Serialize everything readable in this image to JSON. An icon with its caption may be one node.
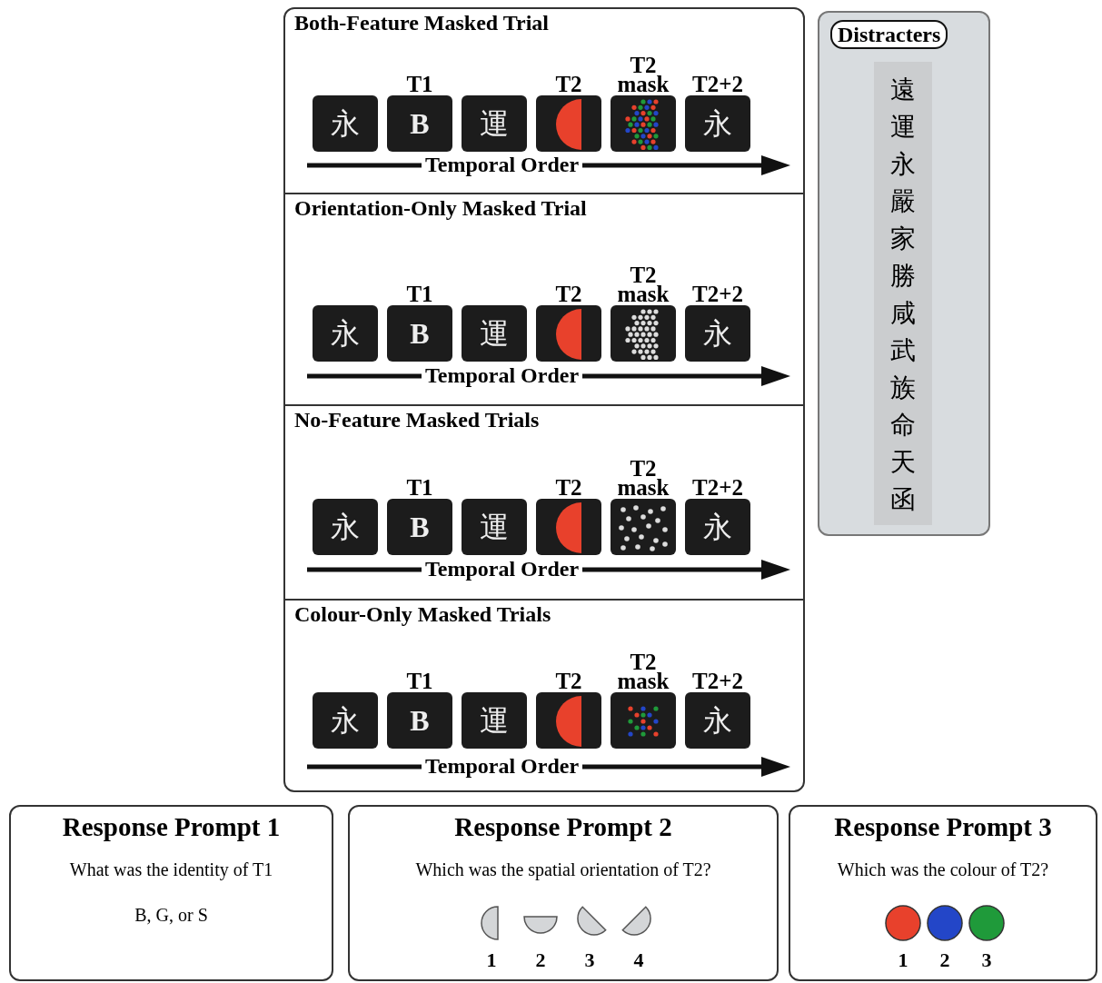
{
  "diagram": {
    "nodes": [
      {
        "text": [],
        "shape": "box"
      },
      {
        "text": [
          "Both-Feature Masked Trial"
        ],
        "in": 0
      },
      {
        "text": [
          "永"
        ],
        "in": 1
      },
      {
        "text": [
          "B"
        ],
        "in": 1,
        "beside": [
          "T1"
        ]
      },
      {
        "text": [
          "運"
        ],
        "in": 1
      },
      {
        "text": [],
        "shape": "box",
        "in": 1,
        "beside": [
          "T2"
        ]
      },
      {
        "text": [],
        "shape": "box",
        "in": 1,
        "beside": [
          "T2 mask"
        ]
      },
      {
        "text": [
          "永"
        ],
        "in": 1,
        "beside": [
          "T2+2"
        ]
      },
      {
        "text": [
          "Orientation-Only Masked Trial"
        ],
        "in": 0
      },
      {
        "text": [
          "永"
        ],
        "in": 8
      },
      {
        "text": [
          "B"
        ],
        "in": 8,
        "beside": [
          "T1"
        ]
      },
      {
        "text": [
          "運"
        ],
        "in": 8
      },
      {
        "text": [],
        "shape": "box",
        "in": 8,
        "beside": [
          "T2"
        ]
      },
      {
        "text": [],
        "shape": "box",
        "in": 8,
        "beside": [
          "T2 mask"
        ]
      },
      {
        "text": [
          "永"
        ],
        "in": 8,
        "beside": [
          "T2+2"
        ]
      },
      {
        "text": [
          "No-Feature Masked Trials"
        ],
        "in": 0
      },
      {
        "text": [
          "永"
        ],
        "in": 15
      },
      {
        "text": [
          "B"
        ],
        "in": 15,
        "beside": [
          "T1"
        ]
      },
      {
        "text": [
          "運"
        ],
        "in": 15
      },
      {
        "text": [],
        "shape": "box",
        "in": 15,
        "beside": [
          "T2"
        ]
      },
      {
        "text": [],
        "shape": "box",
        "in": 15,
        "beside": [
          "T2 mask"
        ]
      },
      {
        "text": [
          "永"
        ],
        "in": 15,
        "beside": [
          "T2+2"
        ]
      },
      {
        "text": [
          "Colour-Only Masked Trials"
        ],
        "in": 0
      },
      {
        "text": [
          "永"
        ],
        "in": 22
      },
      {
        "text": [
          "B"
        ],
        "in": 22,
        "beside": [
          "T1"
        ]
      },
      {
        "text": [
          "運"
        ],
        "in": 22
      },
      {
        "text": [],
        "shape": "box",
        "in": 22,
        "beside": [
          "T2"
        ]
      },
      {
        "text": [],
        "shape": "box",
        "in": 22,
        "beside": [
          "T2 mask"
        ]
      },
      {
        "text": [
          "永"
        ],
        "in": 22,
        "beside": [
          "T2+2"
        ]
      },
      {
        "text": [
          "Distracters",
          "遠運永嚴家勝咸武族命天函"
        ]
      },
      {
        "text": [
          "Response Prompt 1",
          "What was the identity of T1",
          "B, G, or S"
        ]
      },
      {
        "text": [
          "Response Prompt 2",
          "Which was the spatial orientation of T2?"
        ]
      },
      {
        "text": [
          "Response Prompt 3",
          "Which was the colour of T2?"
        ]
      }
    ],
    "edges": [],
    "labels": [
      "Temporal Order",
      "Temporal Order",
      "Temporal Order",
      "Temporal Order",
      "1",
      "2",
      "3",
      "4",
      "1",
      "2",
      "3"
    ]
  }
}
